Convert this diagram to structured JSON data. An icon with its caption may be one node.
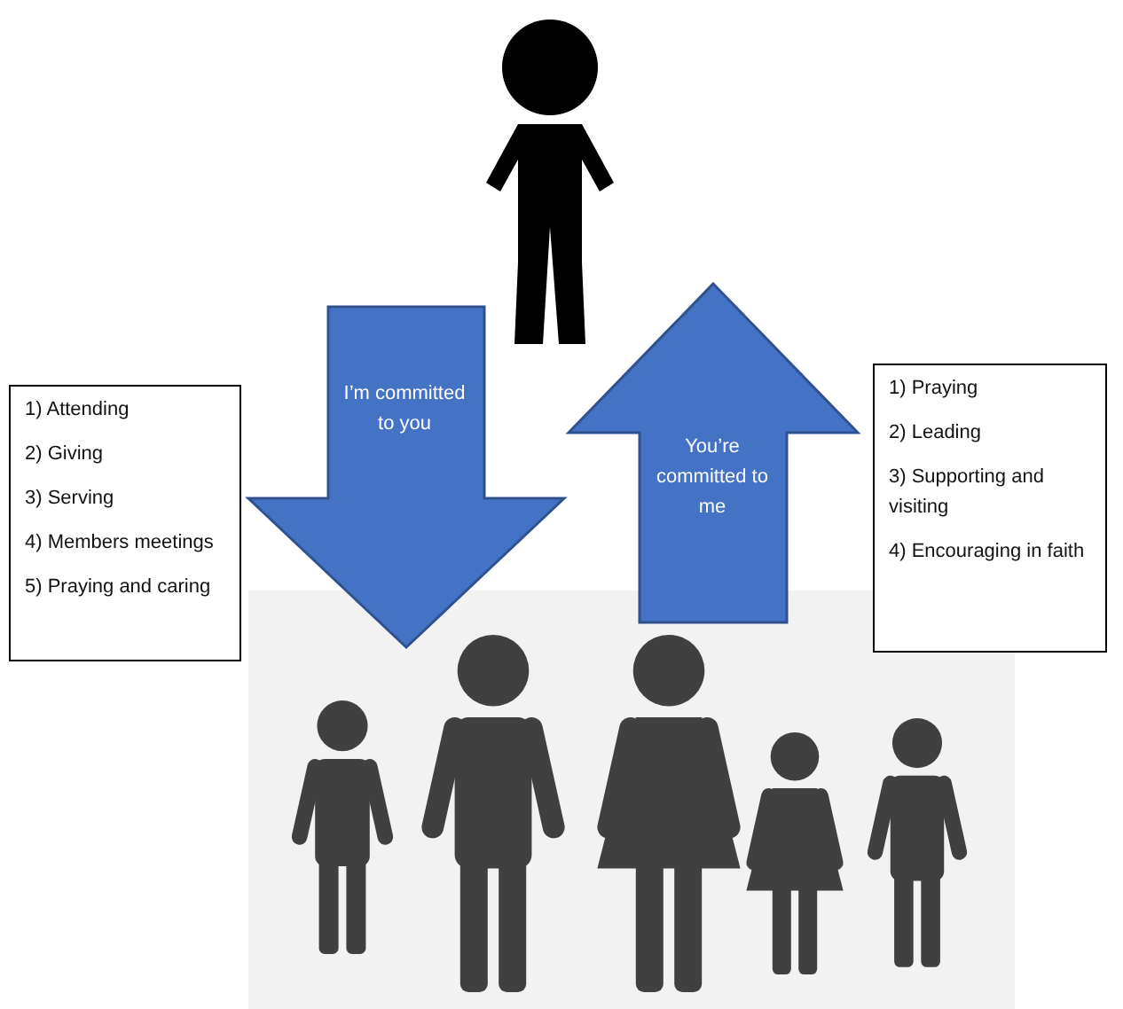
{
  "diagram": {
    "nodes": [
      {
        "text": [],
        "shape": "person"
      },
      {
        "text": [
          "1) Attending",
          "2) Giving",
          "3) Serving",
          "4) Members meetings",
          "5) Praying and caring"
        ]
      },
      {
        "text": [
          "1) Praying",
          "2) Leading",
          "3) Supporting and visiting",
          "4) Encouraging in faith"
        ]
      },
      {
        "text": [],
        "shape": "person"
      }
    ],
    "edges": [
      {
        "from": 0,
        "to": 3,
        "arrow": "to",
        "label": "I’m committed to you",
        "style": "thick"
      },
      {
        "from": 3,
        "to": 0,
        "arrow": "to",
        "label": "You’re committed to me",
        "style": "thick"
      }
    ]
  }
}
